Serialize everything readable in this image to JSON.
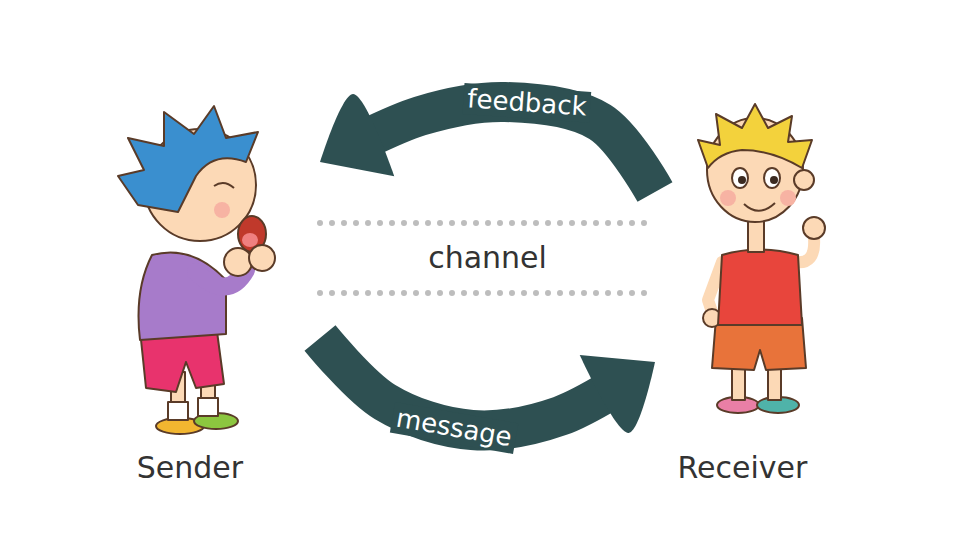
{
  "diagram": {
    "nodes": [
      {
        "text": [
          "Sender"
        ]
      },
      {
        "text": [
          "Receiver"
        ]
      }
    ],
    "edges": [
      {
        "from": 1,
        "to": 0,
        "label": "feedback",
        "arrow": "to"
      },
      {
        "from": 0,
        "to": 1,
        "label": "channel",
        "arrow": "none"
      },
      {
        "from": 0,
        "to": 1,
        "label": "message",
        "arrow": "to"
      }
    ]
  }
}
